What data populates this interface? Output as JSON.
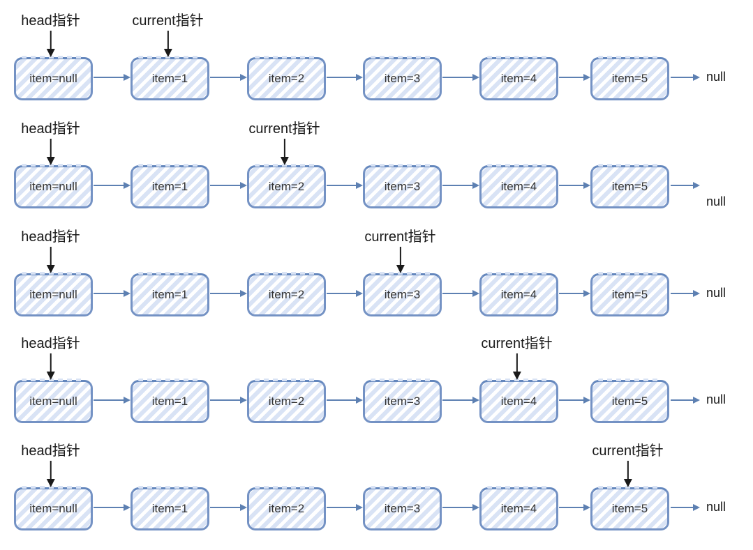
{
  "diagram": {
    "pointer_labels": {
      "head": "head指针",
      "current": "current指针"
    },
    "tail_label": "null",
    "node_labels": [
      "item=null",
      "item=1",
      "item=2",
      "item=3",
      "item=4",
      "item=5"
    ],
    "rows": [
      {
        "head_at": 0,
        "current_at": 1
      },
      {
        "head_at": 0,
        "current_at": 2
      },
      {
        "head_at": 0,
        "current_at": 3
      },
      {
        "head_at": 0,
        "current_at": 4
      },
      {
        "head_at": 0,
        "current_at": 5
      }
    ],
    "colors": {
      "background": "#ffffff",
      "node_border": "#7492c4",
      "node_border_top": "#6487bd",
      "node_stripe": "#d9e3f5",
      "node_fill": "#ffffff",
      "link_arrow": "#5d80b2",
      "pointer_arrow": "#1a1a1a",
      "label_text": "#1a1a1a",
      "node_text": "#333333"
    }
  }
}
